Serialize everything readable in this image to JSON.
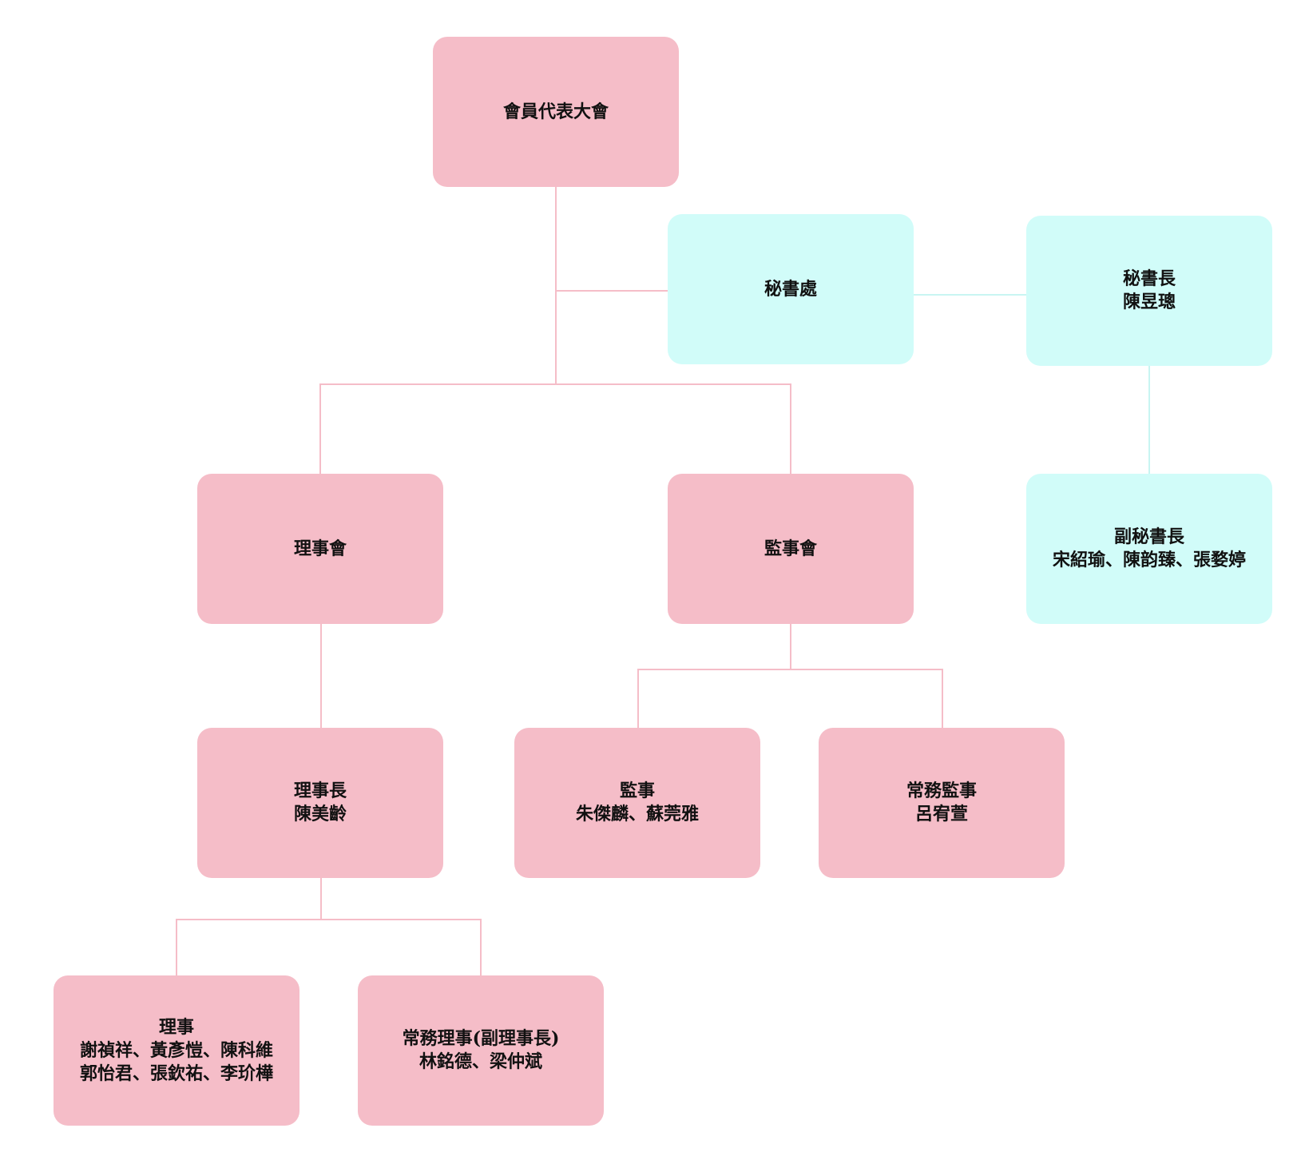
{
  "colors": {
    "pink_node": "#f5bdc8",
    "cyan_node": "#d1fcf9",
    "pink_line": "#f5bdc8",
    "cyan_line": "#c8f5f2"
  },
  "nodes": {
    "assembly": {
      "lines": [
        "會員代表大會"
      ]
    },
    "secretariat": {
      "lines": [
        "秘書處"
      ]
    },
    "secretary_general": {
      "lines": [
        "秘書長",
        "陳昱璁"
      ]
    },
    "board": {
      "lines": [
        "理事會"
      ]
    },
    "supervisory_board": {
      "lines": [
        "監事會"
      ]
    },
    "deputy_secretary_general": {
      "lines": [
        "副秘書長",
        "宋紹瑜、陳韵臻、張婺婷"
      ]
    },
    "chairman": {
      "lines": [
        "理事長",
        "陳美齡"
      ]
    },
    "supervisors": {
      "lines": [
        "監事",
        "朱傑麟、蘇莞雅"
      ]
    },
    "standing_supervisor": {
      "lines": [
        "常務監事",
        "呂宥萱"
      ]
    },
    "directors": {
      "lines": [
        "理事",
        "謝禎祥、黃彥愷、陳科維",
        "郭怡君、張欽祐、李玠樺"
      ]
    },
    "standing_directors": {
      "lines": [
        "常務理事(副理事長)",
        "林銘德、梁仲斌"
      ]
    }
  }
}
